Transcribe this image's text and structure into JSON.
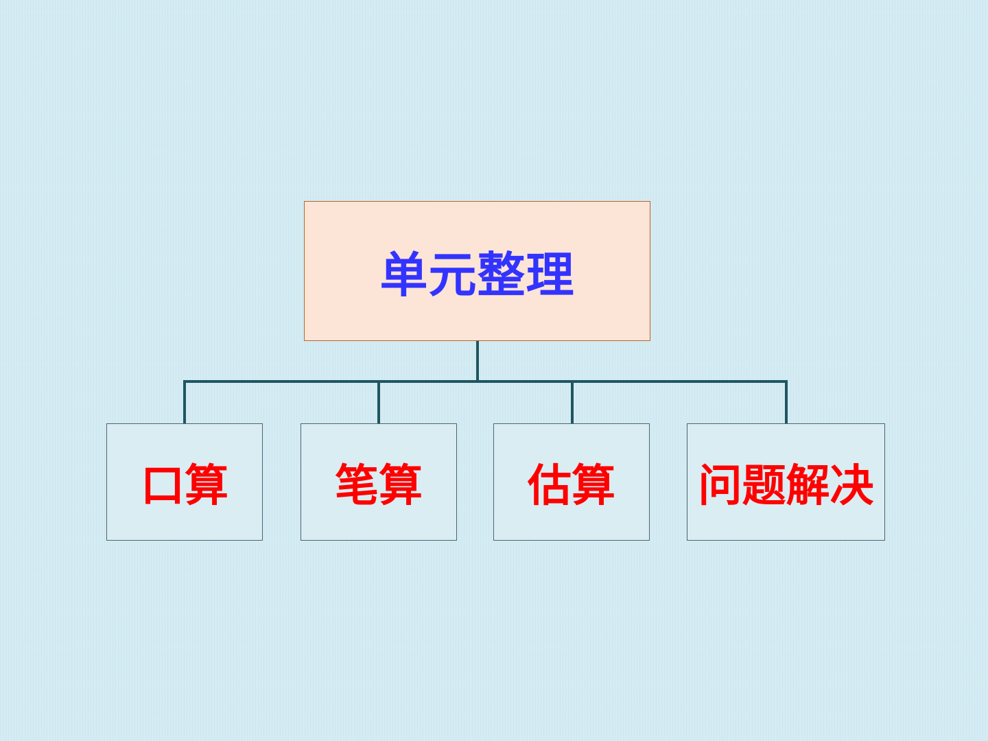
{
  "diagram": {
    "root": {
      "label": "单元整理",
      "color": "#3333ff",
      "fill": "#fce4d6",
      "border": "#b8652a"
    },
    "children": [
      {
        "label": "口算",
        "color": "#ff0000"
      },
      {
        "label": "笔算",
        "color": "#ff0000"
      },
      {
        "label": "估算",
        "color": "#ff0000"
      },
      {
        "label": "问题解决",
        "color": "#ff0000"
      }
    ],
    "child_fill": "#daedf2",
    "connector_color": "#1f5660",
    "background": "#d3ebf3"
  }
}
